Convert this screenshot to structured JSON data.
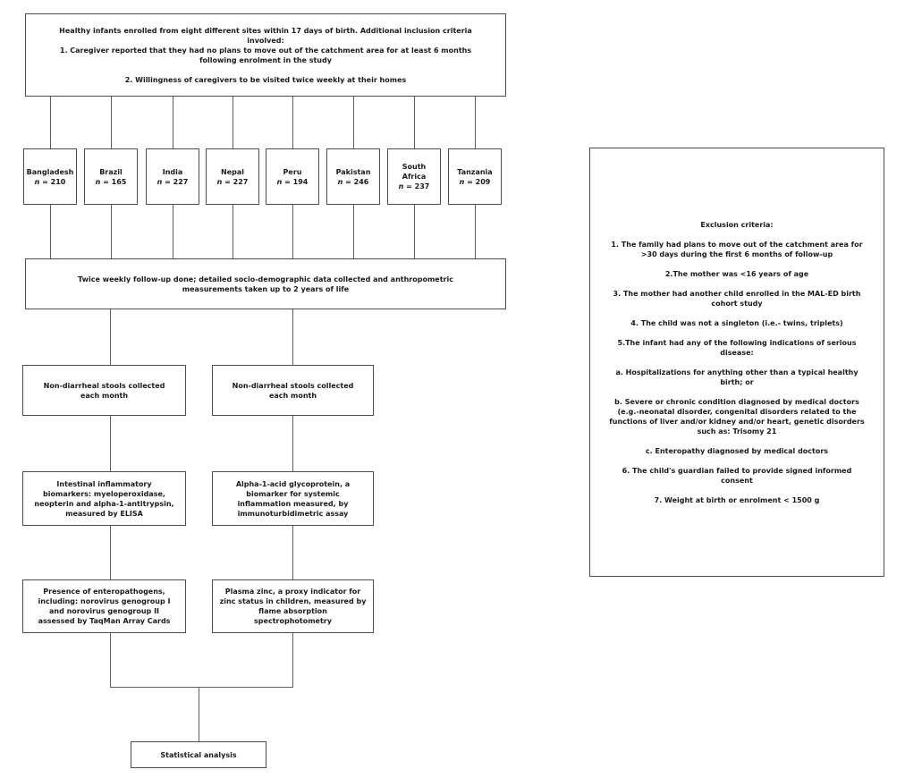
{
  "colors": {
    "background": "#ffffff",
    "box_border": "#4d4d4d",
    "connector_line": "#5f5f5f",
    "text": "#1a1a1a"
  },
  "figure": {
    "inclusion_box": {
      "lines": [
        "Healthy infants enrolled from eight different sites within 17 days of birth. Additional inclusion criteria",
        "involved:",
        "1. Caregiver reported that they had no plans to move out of the catchment area for at least 6 months",
        "following enrolment in the study",
        "",
        "2. Willingness of caregivers to be visited twice weekly at their homes"
      ]
    },
    "countries": [
      {
        "name": "Bangladesh",
        "n_var": "n",
        "n_eq": " = 210"
      },
      {
        "name": "Brazil",
        "n_var": "n",
        "n_eq": " = 165"
      },
      {
        "name": "India",
        "n_var": "n",
        "n_eq": " = 227"
      },
      {
        "name": "Nepal",
        "n_var": "n",
        "n_eq": " = 227"
      },
      {
        "name": "Peru",
        "n_var": "n",
        "n_eq": " = 194"
      },
      {
        "name": "Pakistan",
        "n_var": "n",
        "n_eq": " = 246"
      },
      {
        "name": "South Africa",
        "n_var": "n",
        "n_eq": " = 237"
      },
      {
        "name": "Tanzania",
        "n_var": "n",
        "n_eq": " = 209"
      }
    ],
    "followup_box": {
      "lines": [
        "Twice weekly follow-up done; detailed socio-demographic data collected and anthropometric",
        "measurements taken up to 2 years of life"
      ]
    },
    "left_column": [
      {
        "lines": [
          "Non-diarrheal stools collected",
          "each month"
        ]
      },
      {
        "lines": [
          "Intestinal inflammatory",
          "biomarkers: myeloperoxidase,",
          "neopterin and alpha-1-antitrypsin,",
          "measured by ELISA"
        ]
      },
      {
        "lines": [
          "Presence of enteropathogens,",
          "including: norovirus genogroup I",
          "and norovirus genogroup II",
          "assessed by TaqMan Array Cards"
        ]
      }
    ],
    "right_column": [
      {
        "lines": [
          "Non-diarrheal stools collected",
          "each month"
        ]
      },
      {
        "lines": [
          "Alpha-1-acid glycoprotein, a",
          "biomarker for systemic",
          "inflammation measured, by",
          "immunoturbidimetric assay"
        ]
      },
      {
        "lines": [
          "Plasma zinc, a proxy indicator for",
          "zinc status in children, measured by",
          "flame absorption",
          "spectrophotometry"
        ]
      }
    ],
    "statistical_box": {
      "label": "Statistical analysis"
    },
    "exclusion_box": {
      "title": "Exclusion criteria:",
      "items": [
        {
          "lines": [
            "1. The family had plans to move out of the catchment area for",
            ">30 days during the first 6 months of follow-up"
          ]
        },
        {
          "lines": [
            "2.The mother was <16 years of age"
          ]
        },
        {
          "lines": [
            "3. The mother had another child enrolled in the MAL-ED birth",
            "cohort study"
          ]
        },
        {
          "lines": [
            "4. The child was not a singleton (i.e.- twins, triplets)"
          ]
        },
        {
          "lines": [
            "5.The infant had any of the following indications of serious",
            "disease:"
          ]
        },
        {
          "lines": [
            "a. Hospitalizations for anything other than a typical healthy",
            "birth; or"
          ]
        },
        {
          "lines": [
            "b. Severe or chronic condition diagnosed by medical doctors",
            "(e.g.-neonatal disorder, congenital disorders related to the",
            "functions of liver and/or kidney and/or heart, genetic disorders",
            "such as: Trisomy 21"
          ]
        },
        {
          "lines": [
            "c. Enteropathy diagnosed by medical doctors"
          ]
        },
        {
          "lines": [
            "6. The child's guardian failed to provide signed informed",
            "consent"
          ]
        },
        {
          "lines": [
            "7. Weight at birth or enrolment < 1500 g"
          ]
        }
      ]
    }
  }
}
